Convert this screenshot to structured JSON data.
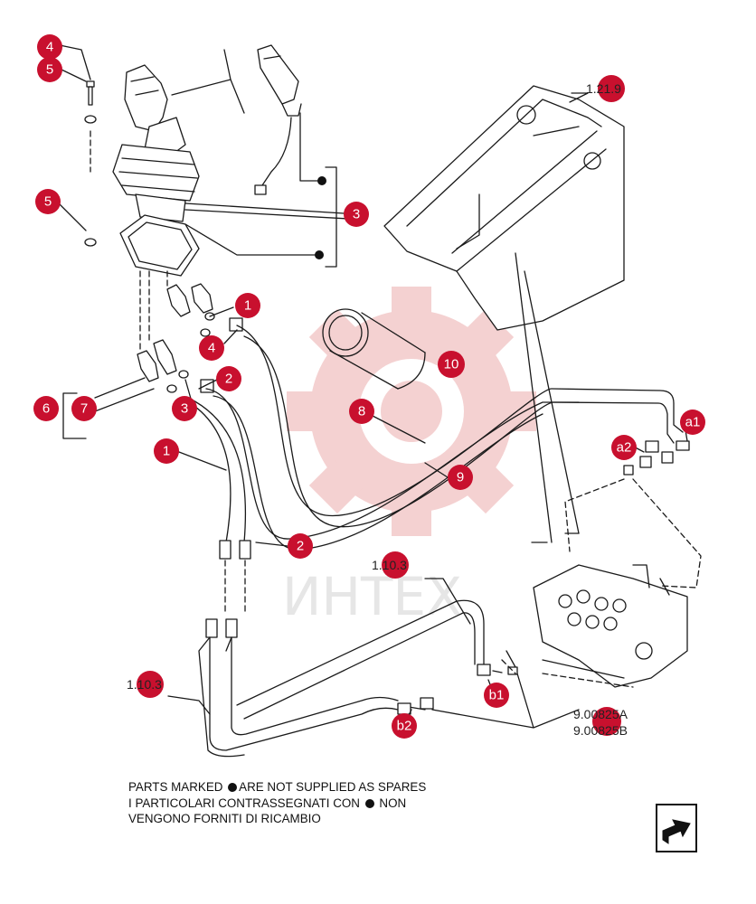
{
  "callouts": [
    {
      "id": "c4a",
      "label": "4"
    },
    {
      "id": "c5a",
      "label": "5"
    },
    {
      "id": "c5b",
      "label": "5"
    },
    {
      "id": "c3a",
      "label": "3"
    },
    {
      "id": "c1a",
      "label": "1"
    },
    {
      "id": "c4b",
      "label": "4"
    },
    {
      "id": "c10",
      "label": "10"
    },
    {
      "id": "c2a",
      "label": "2"
    },
    {
      "id": "c3b",
      "label": "3"
    },
    {
      "id": "c6",
      "label": "6"
    },
    {
      "id": "c7",
      "label": "7"
    },
    {
      "id": "c8",
      "label": "8"
    },
    {
      "id": "c9",
      "label": "9"
    },
    {
      "id": "c1b",
      "label": "1"
    },
    {
      "id": "c2b",
      "label": "2"
    },
    {
      "id": "ca1",
      "label": "a1"
    },
    {
      "id": "ca2",
      "label": "a2"
    },
    {
      "id": "cb1",
      "label": "b1"
    },
    {
      "id": "cb2",
      "label": "b2"
    }
  ],
  "references": [
    {
      "id": "r1",
      "label": "1.21.9"
    },
    {
      "id": "r2",
      "label": "1.10.3"
    },
    {
      "id": "r3",
      "label": "1.10.3"
    },
    {
      "id": "r4",
      "label": "9.00825A"
    },
    {
      "id": "r5",
      "label": "9.00825B"
    }
  ],
  "watermark": "ИНТЕХ",
  "note_lines": [
    {
      "before": "PARTS MARKED ",
      "after": "ARE NOT SUPPLIED AS SPARES"
    },
    {
      "before": "I PARTICOLARI  CONTRASSEGNATI  CON ",
      "after": " NON"
    },
    {
      "before": "VENGONO FORNITI DI RICAMBIO",
      "after": ""
    }
  ],
  "colors": {
    "callout": "#c8102e",
    "watermark": "#f2c4c4",
    "line": "#1a1a1a"
  },
  "nav_icon": "arrow-next-page-icon"
}
